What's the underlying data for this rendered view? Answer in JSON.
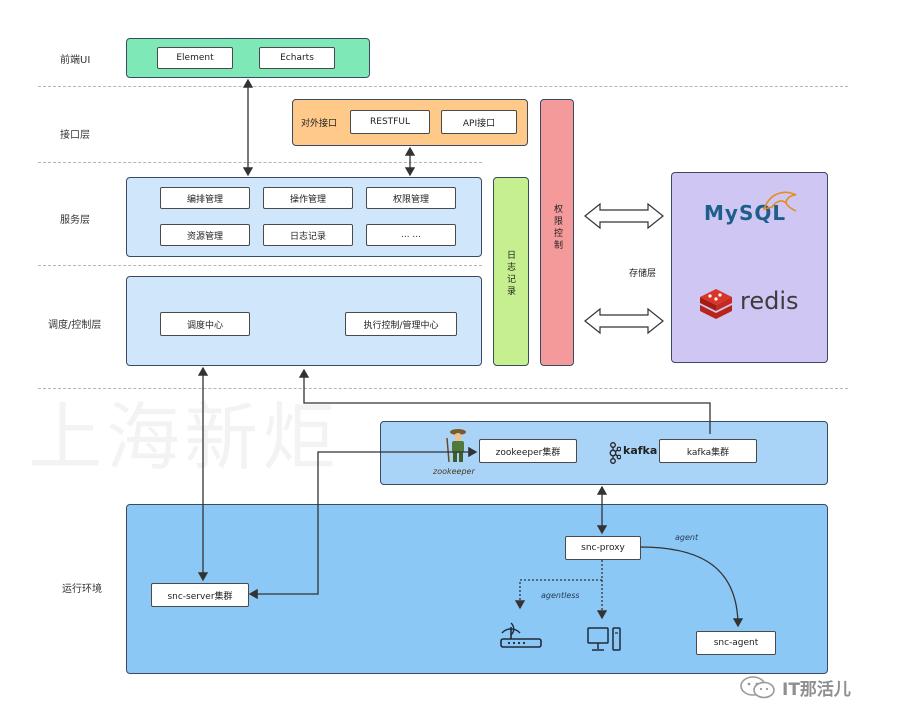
{
  "layers": {
    "frontend": "前端UI",
    "interface": "接口层",
    "service": "服务层",
    "scheduling": "调度/控制层",
    "storage": "存储层",
    "runtime": "运行环境"
  },
  "frontend_items": [
    "Element",
    "Echarts"
  ],
  "interface": {
    "label": "对外接口",
    "items": [
      "RESTFUL",
      "API接口"
    ]
  },
  "service_items": [
    "编排管理",
    "操作管理",
    "权限管理",
    "资源管理",
    "日志记录",
    "... ..."
  ],
  "scheduling_items": [
    "调度中心",
    "执行控制/管理中心"
  ],
  "log_record": "日志记录",
  "permission_control": "权限控制",
  "storage": {
    "mysql": "MySQL",
    "redis": "redis"
  },
  "middleware": {
    "zookeeper_caption": "zookeeper",
    "zookeeper_cluster": "zookeeper集群",
    "kafka_logo": "kafka",
    "kafka_cluster": "kafka集群"
  },
  "runtime": {
    "server": "snc-server集群",
    "proxy": "snc-proxy",
    "agent": "snc-agent",
    "agent_label": "agent",
    "agentless_label": "agentless"
  },
  "watermark": "上海新炬",
  "brand": "IT那活儿",
  "colors": {
    "frontend": "#7ee8b6",
    "interface": "#ffc98a",
    "service": "#cfe6fb",
    "log": "#c6f08f",
    "permission": "#f59a9a",
    "storage": "#cfc6f3",
    "runtime": "#8cc8f5",
    "middleware": "#a9d3f7"
  }
}
